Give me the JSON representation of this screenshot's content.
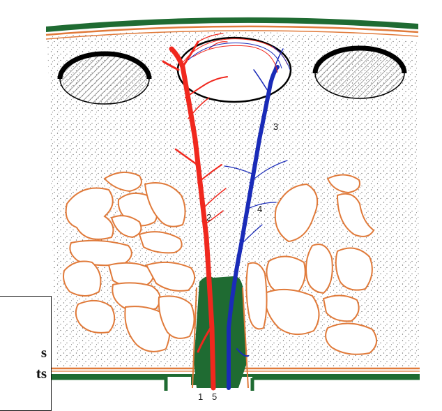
{
  "diagram": {
    "labels": [
      {
        "id": "1",
        "text": "1"
      },
      {
        "id": "2",
        "text": "2"
      },
      {
        "id": "3",
        "text": "3"
      },
      {
        "id": "4",
        "text": "4"
      },
      {
        "id": "5",
        "text": "5"
      }
    ],
    "colors": {
      "artery": "#f0281e",
      "vein": "#1a2bb8",
      "sheath": "#1f6b32",
      "capsule": "#e07a3a",
      "stipple": "#555555"
    }
  },
  "caption": {
    "line1": "s",
    "line2": "ts"
  }
}
